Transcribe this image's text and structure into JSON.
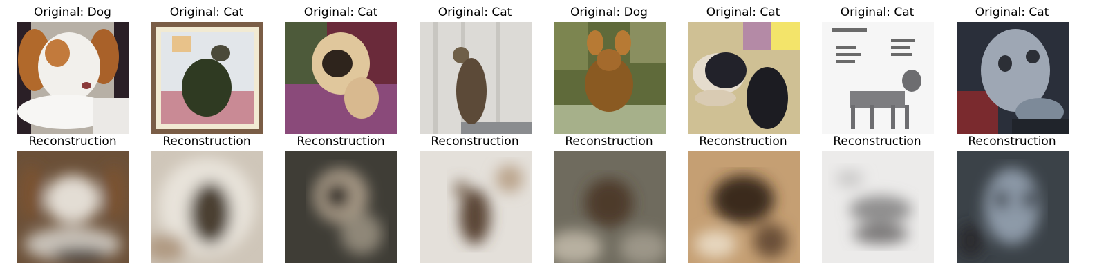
{
  "original_titles": [
    "Original: Dog",
    "Original: Cat",
    "Original: Cat",
    "Original: Cat",
    "Original: Dog",
    "Original: Cat",
    "Original: Cat",
    "Original: Cat"
  ],
  "reconstruction_titles": [
    "Reconstruction",
    "Reconstruction",
    "Reconstruction",
    "Reconstruction",
    "Reconstruction",
    "Reconstruction",
    "Reconstruction",
    "Reconstruction"
  ]
}
